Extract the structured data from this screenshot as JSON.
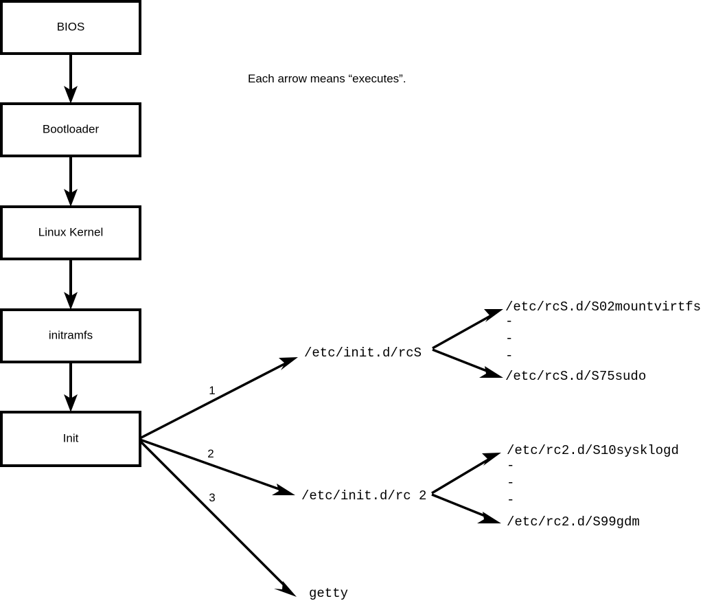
{
  "diagram": {
    "title": "Linux boot process flowchart",
    "caption": "Each arrow means “executes”.",
    "colors": {
      "stroke": "#000000",
      "fill": "#ffffff",
      "text": "#000000",
      "background": "#ffffff"
    },
    "boot_chain": [
      {
        "id": "bios",
        "label": "BIOS"
      },
      {
        "id": "bootloader",
        "label": "Bootloader"
      },
      {
        "id": "kernel",
        "label": "Linux Kernel"
      },
      {
        "id": "initramfs",
        "label": "initramfs"
      },
      {
        "id": "init",
        "label": "Init"
      }
    ],
    "init_children": [
      {
        "id": "rcs",
        "number": "1",
        "label": "/etc/init.d/rcS"
      },
      {
        "id": "rc2",
        "number": "2",
        "label": "/etc/init.d/rc 2"
      },
      {
        "id": "getty",
        "number": "3",
        "label": "getty"
      }
    ],
    "rcs_scripts": {
      "first": "/etc/rcS.d/S02mountvirtfs",
      "ellipsis": [
        "-",
        "-",
        "-"
      ],
      "last": "/etc/rcS.d/S75sudo"
    },
    "rc2_scripts": {
      "first": "/etc/rc2.d/S10sysklogd",
      "ellipsis": [
        "-",
        "-",
        "-"
      ],
      "last": "/etc/rc2.d/S99gdm"
    }
  }
}
